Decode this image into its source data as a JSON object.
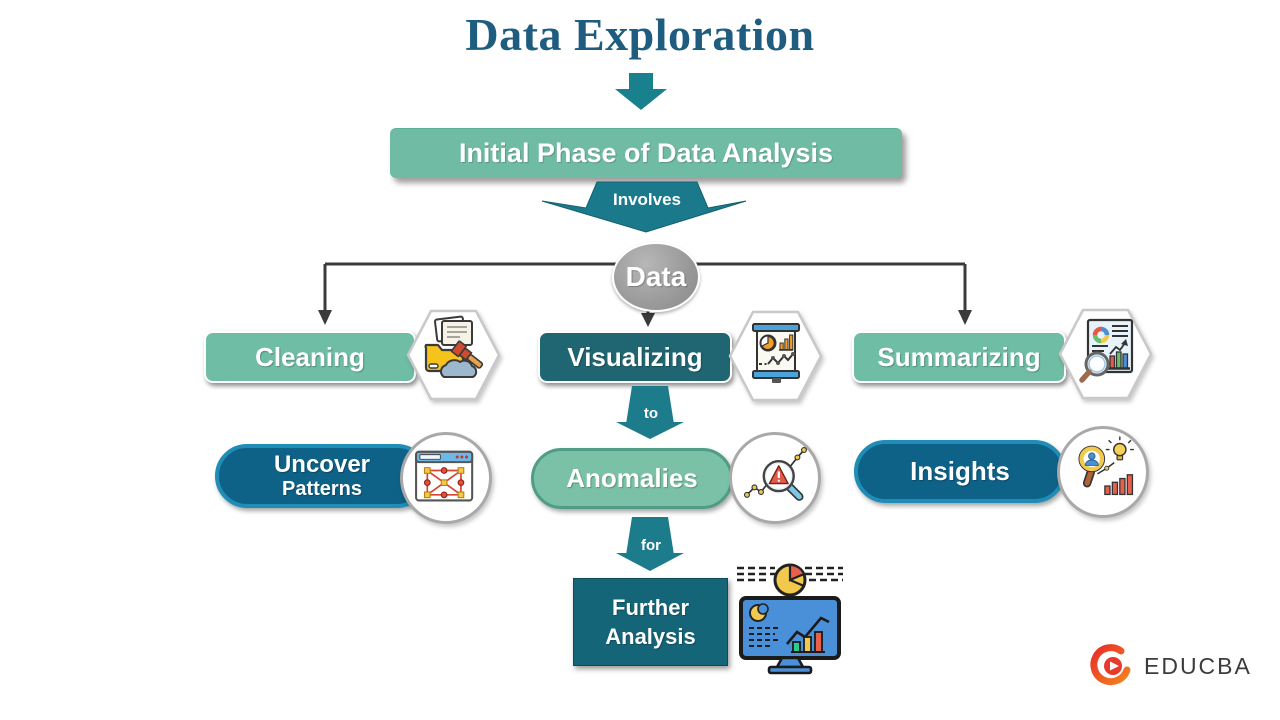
{
  "page": {
    "title": "Data Exploration",
    "title_color": "#1e5d80",
    "background": "#ffffff"
  },
  "palette": {
    "teal_arrow": "#18818d",
    "green_box": "#6fbda5",
    "dark_teal_box": "#1f6672",
    "blue_pill": "#0e6187",
    "blue_pill_border": "#1f8db5",
    "green_pill": "#7ac1a8",
    "green_pill_border": "#4f9d85",
    "gray_node": "#979797",
    "connector_line": "#3b3b3b",
    "further_box": "#156579",
    "logo_red": "#e8392b",
    "logo_orange": "#f58220",
    "logo_text_color": "#3c3c3c"
  },
  "flow": {
    "initial_phase_label": "Initial Phase of Data Analysis",
    "involves_label": "Involves",
    "data_label": "Data",
    "branches": [
      {
        "label": "Cleaning",
        "icon": "folder-cleaning-icon",
        "style": "green"
      },
      {
        "label": "Visualizing",
        "icon": "presentation-charts-icon",
        "style": "dark-teal"
      },
      {
        "label": "Summarizing",
        "icon": "report-magnifier-icon",
        "style": "green"
      }
    ],
    "to_label": "to",
    "outcomes": [
      {
        "line1": "Uncover",
        "line2": "Patterns",
        "icon": "network-pattern-icon",
        "style": "blue"
      },
      {
        "line1": "Anomalies",
        "icon": "anomaly-warning-magnifier-icon",
        "style": "green"
      },
      {
        "line1": "Insights",
        "icon": "insights-bulb-chart-icon",
        "style": "blue"
      }
    ],
    "for_label": "for",
    "further_analysis": {
      "line1": "Further",
      "line2": "Analysis",
      "icon": "analytics-monitor-icon"
    }
  },
  "logo": {
    "text": "EDUCBA",
    "icon": "educba-play-icon"
  }
}
